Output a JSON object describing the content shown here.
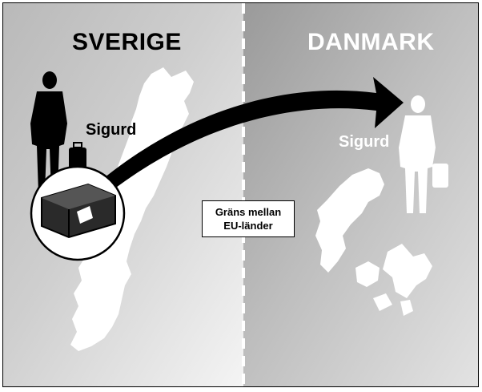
{
  "left": {
    "country": "SVERIGE",
    "person": "Sigurd"
  },
  "right": {
    "country": "DANMARK",
    "person": "Sigurd"
  },
  "border_label": {
    "line1": "Gräns mellan",
    "line2": "EU-länder"
  }
}
